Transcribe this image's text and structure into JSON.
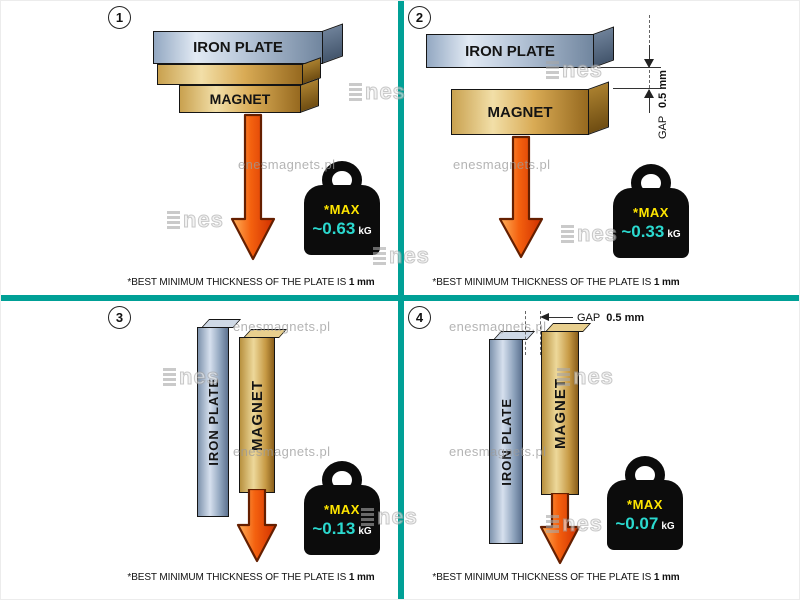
{
  "watermark": {
    "site": "enesmagnets.pl",
    "logo_text": "nes"
  },
  "colors": {
    "divider": "#00a096",
    "max_label": "#ffe600",
    "value_text": "#2bd9cf",
    "arrow": "#e84a00",
    "iron_plate": "#9fb3cc",
    "magnet": "#d9ab55"
  },
  "panels": [
    {
      "number": "1",
      "plate": "IRON PLATE",
      "magnet": "MAGNET",
      "max": "*MAX",
      "value": "~0.63",
      "unit": "kG",
      "caption": "*BEST MINIMUM THICKNESS OF THE PLATE IS",
      "caption_bold": "1 mm"
    },
    {
      "number": "2",
      "plate": "IRON PLATE",
      "magnet": "MAGNET",
      "max": "*MAX",
      "value": "~0.33",
      "unit": "kG",
      "gap_label": "GAP",
      "gap_value": "0.5 mm",
      "caption": "*BEST MINIMUM THICKNESS OF THE PLATE IS",
      "caption_bold": "1 mm"
    },
    {
      "number": "3",
      "plate": "IRON PLATE",
      "magnet": "MAGNET",
      "max": "*MAX",
      "value": "~0.13",
      "unit": "kG",
      "caption": "*BEST MINIMUM THICKNESS OF THE PLATE IS",
      "caption_bold": "1 mm"
    },
    {
      "number": "4",
      "plate": "IRON PLATE",
      "magnet": "MAGNET",
      "max": "*MAX",
      "value": "~0.07",
      "unit": "kG",
      "gap_label": "GAP",
      "gap_value": "0.5 mm",
      "caption": "*BEST MINIMUM THICKNESS OF THE PLATE IS",
      "caption_bold": "1 mm"
    }
  ]
}
